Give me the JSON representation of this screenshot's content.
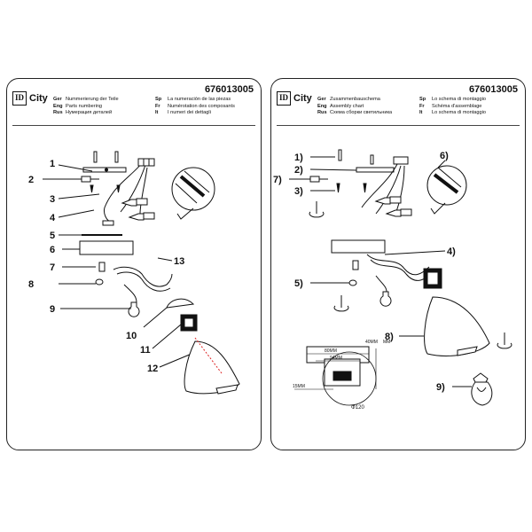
{
  "left_page": {
    "brand": "City",
    "logo_mark": "ID",
    "doc_number": "676013005",
    "header": {
      "left": [
        {
          "code": "Ger",
          "text": "Nummerierung der Teile"
        },
        {
          "code": "Eng",
          "text": "Parts numbering"
        },
        {
          "code": "Rus",
          "text": "Нумерация деталей"
        }
      ],
      "right": [
        {
          "code": "Sp",
          "text": "La numeración de las piezas"
        },
        {
          "code": "Fr",
          "text": "Numérotation des composants"
        },
        {
          "code": "It",
          "text": "I numeri dei dettagli"
        }
      ]
    },
    "labels": [
      "1",
      "2",
      "3",
      "4",
      "5",
      "6",
      "7",
      "8",
      "9",
      "10",
      "11",
      "12",
      "13"
    ]
  },
  "right_page": {
    "brand": "City",
    "logo_mark": "ID",
    "doc_number": "676013005",
    "header": {
      "left": [
        {
          "code": "Ger",
          "text": "Zusammenbauschema"
        },
        {
          "code": "Eng",
          "text": "Assembly chart"
        },
        {
          "code": "Rus",
          "text": "Схема сборки светильника"
        }
      ],
      "right": [
        {
          "code": "Sp",
          "text": "Lo schema di montaggio"
        },
        {
          "code": "Fr",
          "text": "Schéma d'assemblage"
        },
        {
          "code": "It",
          "text": "Lo schema di montaggio"
        }
      ]
    },
    "labels": [
      "1)",
      "2)",
      "7)",
      "3)",
      "6)",
      "4)",
      "5)",
      "8)",
      "9)"
    ],
    "dimensions": [
      "80MM",
      "94MM",
      "40MM",
      "MM",
      "15MM",
      "Φ120"
    ]
  }
}
